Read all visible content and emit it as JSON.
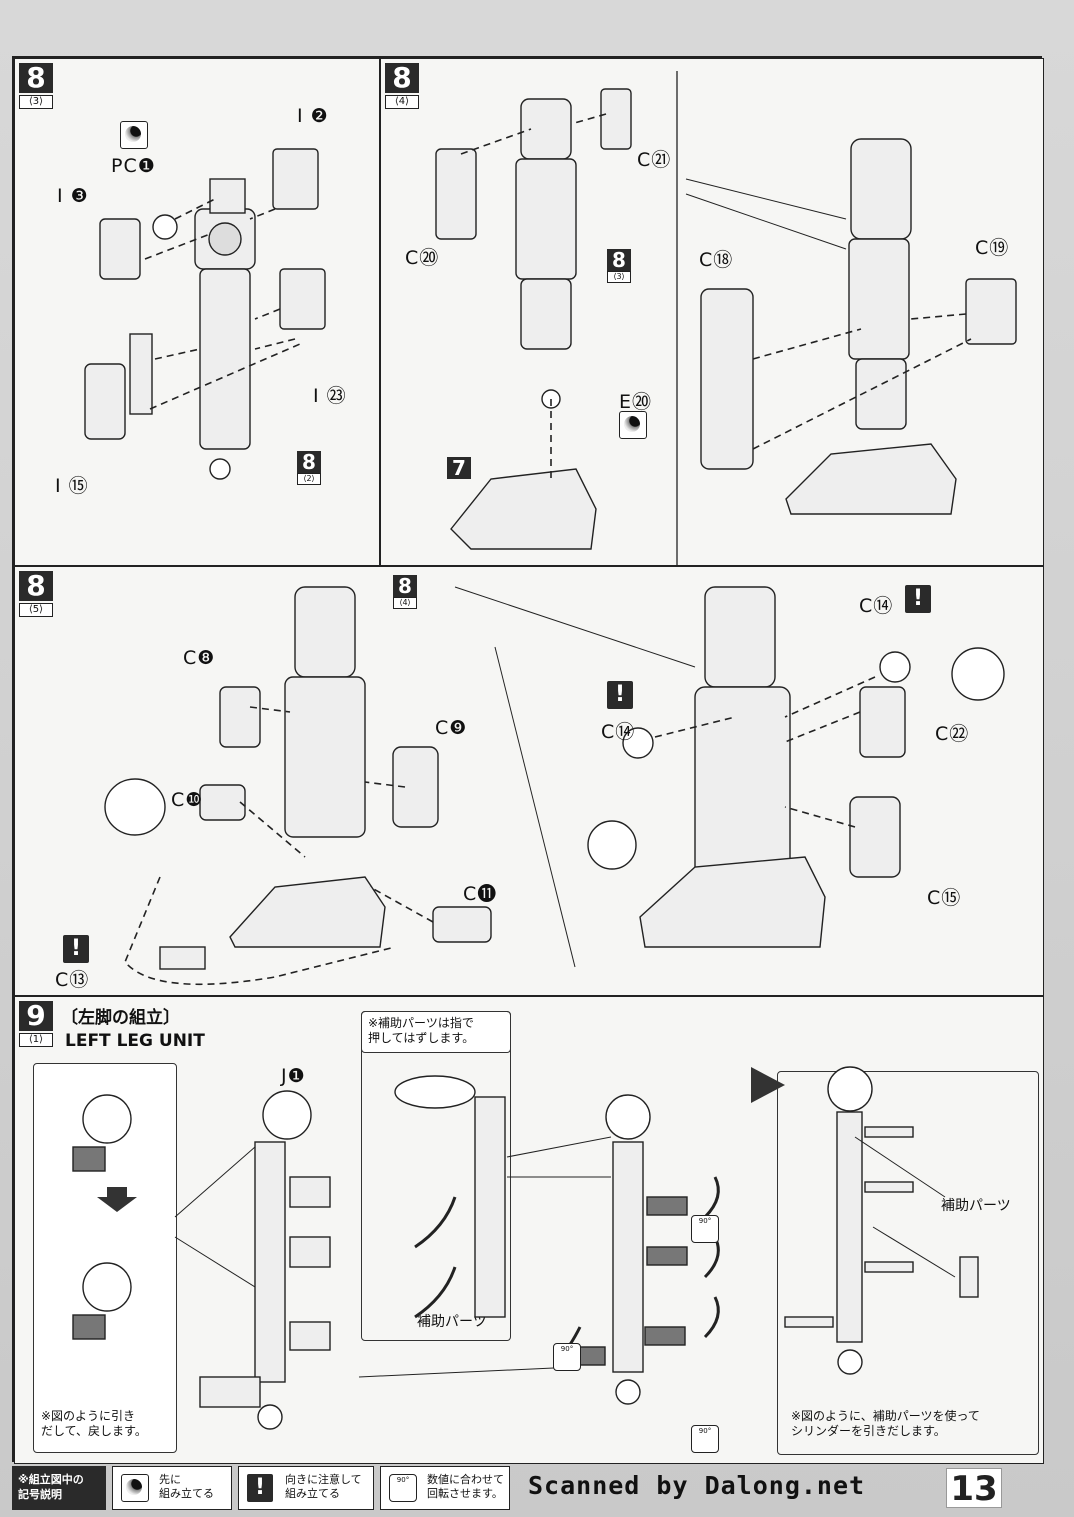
{
  "panels": {
    "p83": {
      "step": "8",
      "sub": "⟨3⟩",
      "labels": [
        "PC❶",
        "I ❷",
        "I ❸",
        "I ㉓",
        "I ⑮"
      ],
      "ref": {
        "num": "8",
        "sub": "⟨2⟩"
      }
    },
    "p84": {
      "step": "8",
      "sub": "⟨4⟩",
      "labels": [
        "C㉑",
        "C⑳",
        "E⑳",
        "C⑱",
        "C⑲"
      ],
      "ref": {
        "num": "8",
        "sub": "⟨3⟩"
      },
      "ref2": "7"
    },
    "p85": {
      "step": "8",
      "sub": "⟨5⟩",
      "ref": {
        "num": "8",
        "sub": "⟨4⟩"
      },
      "labels": [
        "C❽",
        "C❾",
        "C❿",
        "C⓫",
        "C⑬",
        "C⑭",
        "C⑭",
        "C㉒",
        "C⑮"
      ]
    },
    "p91": {
      "step": "9",
      "sub": "⟨1⟩",
      "title_jp": "〔左脚の組立〕",
      "title_en": "LEFT LEG UNIT",
      "labels": [
        "J❶"
      ],
      "inset_note": "※図のように引き\nだして、戻します。",
      "mid_note": "※補助パーツは指で\n押してはずします。",
      "helper_label": "補助パーツ",
      "right_note": "※図のように、補助パーツを使って\n シリンダーを引きだします。"
    }
  },
  "legend": {
    "heading": "※組立図中の\n記号説明",
    "items": [
      "先に\n組み立てる",
      "向きに注意して\n組み立てる",
      "数値に合わせて\n回転させます。"
    ],
    "warn_symbol": "!",
    "rotate_value": "90°"
  },
  "footer": {
    "credit": "Scanned by Dalong.net",
    "page": "13"
  }
}
